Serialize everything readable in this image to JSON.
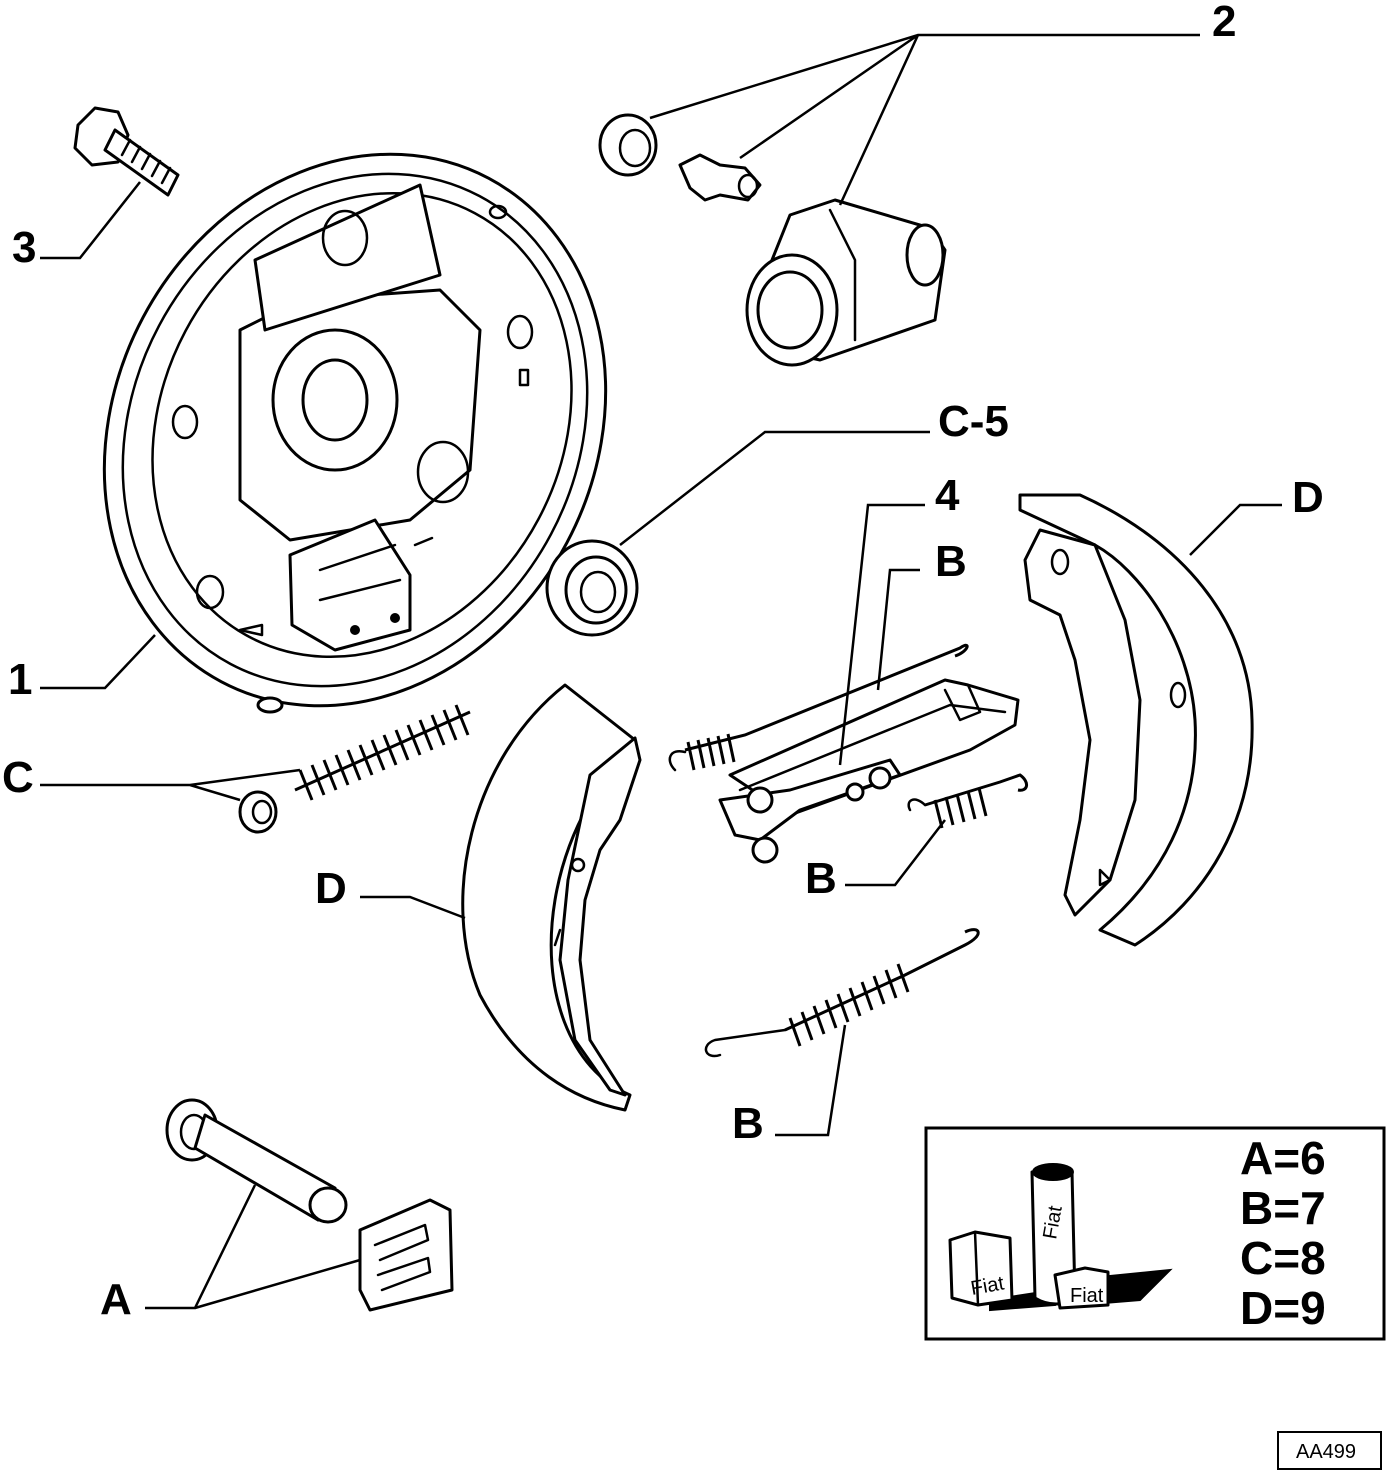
{
  "callouts": {
    "c1": "1",
    "c2": "2",
    "c3": "3",
    "c4": "4",
    "c5": "C-5",
    "cC": "C",
    "cD_left": "D",
    "cD_right": "D",
    "cB_top": "B",
    "cB_mid": "B",
    "cB_bottom": "B",
    "cA": "A"
  },
  "kit_legend": {
    "items": [
      "A=6",
      "B=7",
      "C=8",
      "D=9"
    ],
    "box_brand_labels": [
      "Fiat",
      "Fiat",
      "Fiat"
    ]
  },
  "reference_code": "AA499"
}
